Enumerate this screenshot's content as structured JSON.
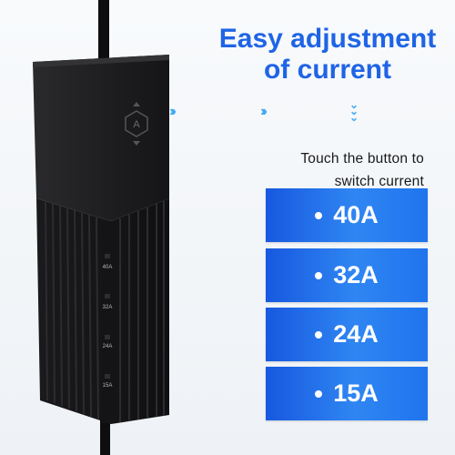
{
  "headline": {
    "line1": "Easy adjustment",
    "line2": "of current"
  },
  "instruction": {
    "line1": "Touch the button to",
    "line2": "switch current"
  },
  "options": [
    {
      "label": "40A"
    },
    {
      "label": "32A"
    },
    {
      "label": "24A"
    },
    {
      "label": "15A"
    }
  ],
  "device": {
    "button_letter": "A",
    "indicators": [
      "40A",
      "32A",
      "24A",
      "15A"
    ]
  },
  "colors": {
    "accent": "#1f64e6",
    "arrow": "#47aaf2",
    "device": "#1b1b1d"
  }
}
